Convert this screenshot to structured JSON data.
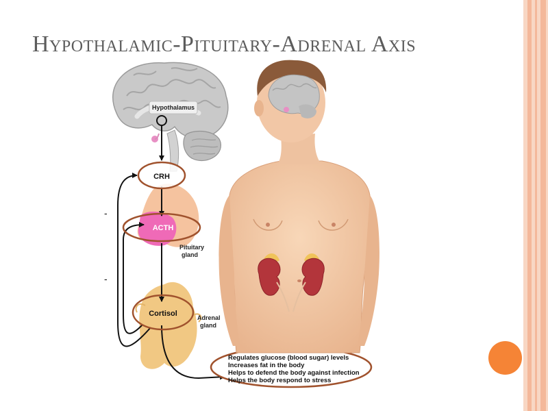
{
  "slide": {
    "title": "Hypothalamic-Pituitary-Adrenal Axis",
    "colors": {
      "stripe_outer": "#f8d7c4",
      "stripe_inner": "#f4b89a",
      "accent_circle": "#f58436",
      "ellipse_outline": "#a0522d",
      "title_color": "#5c5c5c"
    }
  },
  "diagram": {
    "hypothalamus_label": "Hypothalamus",
    "crh_label": "CRH",
    "acth_label": "ACTH",
    "cortisol_label": "Cortisol",
    "pituitary_label_line1": "Pituitary",
    "pituitary_label_line2": "gland",
    "adrenal_label_line1": "Adrenal",
    "adrenal_label_line2": "gland",
    "feedback_sign_1": "-",
    "feedback_sign_2": "-",
    "effects": [
      "Regulates glucose (blood sugar) levels",
      "Increases fat in the body",
      "Helps to defend the body against infection",
      "Helps the body respond to stress"
    ]
  }
}
